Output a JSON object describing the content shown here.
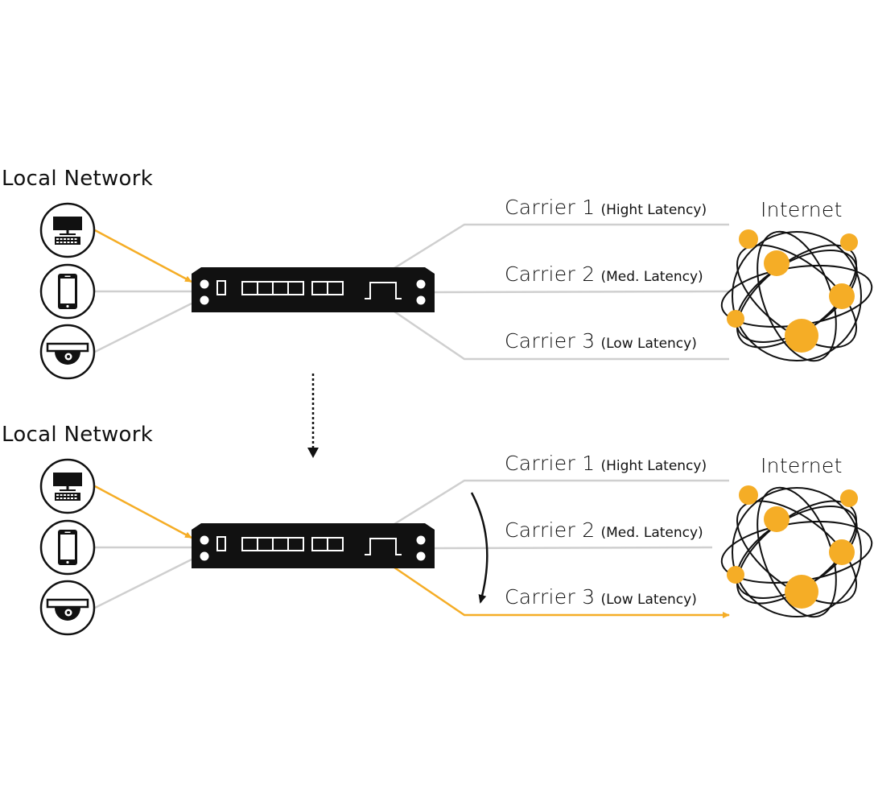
{
  "colors": {
    "accent": "#f5ad26",
    "link_inactive": "#cfcfcf",
    "device": "#111111",
    "arrow": "#111111"
  },
  "panels": [
    {
      "local_network_label": "Local Network",
      "internet_label": "Internet",
      "active_carrier": null,
      "carriers": [
        {
          "name": "Carrier 1",
          "latency": "(Hight Latency)"
        },
        {
          "name": "Carrier 2",
          "latency": "(Med. Latency)"
        },
        {
          "name": "Carrier 3",
          "latency": "(Low Latency)"
        }
      ]
    },
    {
      "local_network_label": "Local Network",
      "internet_label": "Internet",
      "active_carrier": 2,
      "carriers": [
        {
          "name": "Carrier 1",
          "latency": "(Hight Latency)"
        },
        {
          "name": "Carrier 2",
          "latency": "(Med. Latency)"
        },
        {
          "name": "Carrier 3",
          "latency": "(Low Latency)"
        }
      ]
    }
  ],
  "devices": [
    {
      "icon": "desktop-computer-icon"
    },
    {
      "icon": "smartphone-icon"
    },
    {
      "icon": "dome-camera-icon"
    }
  ]
}
